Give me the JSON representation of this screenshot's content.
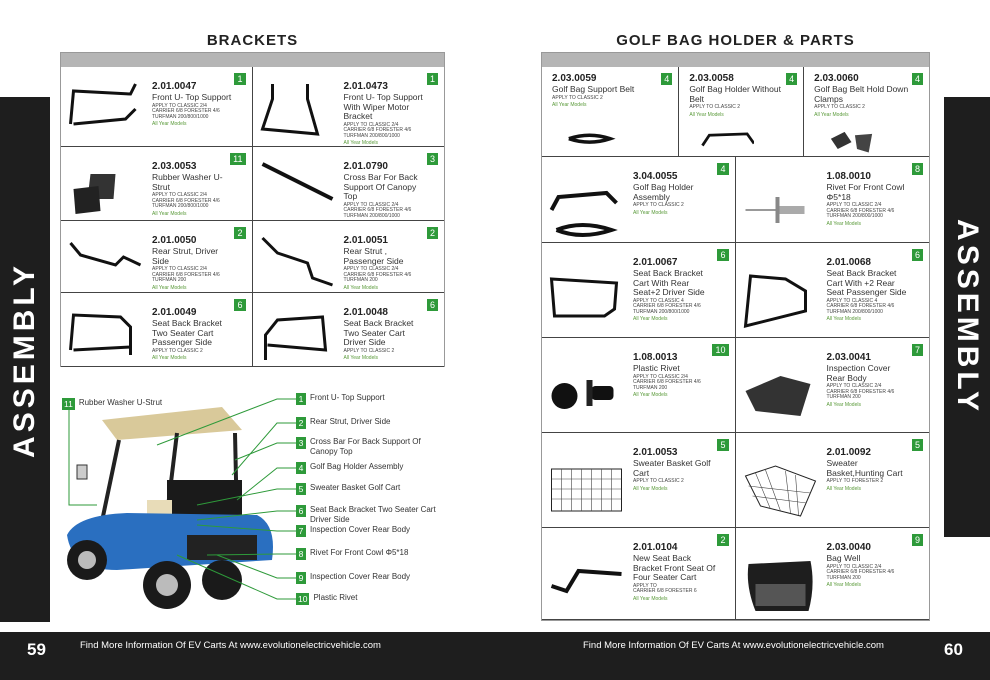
{
  "sidebar_left": "ASSEMBLY",
  "sidebar_right": "ASSEMBLY",
  "left_page": {
    "title": "BRACKETS",
    "items": [
      {
        "code": "2.01.0047",
        "name": "Front U- Top Support",
        "apply": "APPLY TO    CLASSIC 2/4\nCARRIER 6/8 FORESTER 4/6\nTURFMAN 200/800/1000",
        "years": "All Year Models",
        "qty": "1",
        "icon": "u-bar"
      },
      {
        "code": "2.01.0473",
        "name": "Front U- Top Support With Wiper Motor Bracket",
        "apply": "APPLY TO    CLASSIC 2/4\nCARRIER 6/8 FORESTER 4/6\nTURFMAN 200/800/1000",
        "years": "All Year Models",
        "qty": "1",
        "icon": "u-frame"
      },
      {
        "code": "2.03.0053",
        "name": "Rubber Washer U-Strut",
        "apply": "APPLY TO    CLASSIC 2/4\nCARRIER 6/8 FORESTER 4/6\nTURFMAN 200/800/1000",
        "years": "All Year Models",
        "qty": "11",
        "icon": "plates"
      },
      {
        "code": "2.01.0790",
        "name": "Cross Bar For Back Support Of Canopy Top",
        "apply": "APPLY TO    CLASSIC 2/4\nCARRIER 6/8 FORESTER 4/6\nTURFMAN 200/800/1000",
        "years": "All Year Models",
        "qty": "3",
        "icon": "cross-bar"
      },
      {
        "code": "2.01.0050",
        "name": "Rear Strut,  Driver Side",
        "apply": "APPLY TO    CLASSIC 2/4\nCARRIER 6/8 FORESTER 4/6\nTURFMAN 200",
        "years": "All Year Models",
        "qty": "2",
        "icon": "strut"
      },
      {
        "code": "2.01.0051",
        "name": "Rear Strut , Passenger Side",
        "apply": "APPLY TO    CLASSIC 2/4\nCARRIER 6/8 FORESTER 4/6\nTURFMAN 200",
        "years": "All Year Models",
        "qty": "2",
        "icon": "strut2"
      },
      {
        "code": "2.01.0049",
        "name": "Seat Back Bracket Two Seater Cart Passenger Side",
        "apply": "APPLY TO    CLASSIC 2",
        "years": "All Year Models",
        "qty": "6",
        "icon": "frame"
      },
      {
        "code": "2.01.0048",
        "name": "Seat Back Bracket Two Seater Cart Driver Side",
        "apply": "APPLY TO    CLASSIC 2",
        "years": "All Year Models",
        "qty": "6",
        "icon": "frame2"
      }
    ]
  },
  "diagram": {
    "labels": [
      {
        "n": "11",
        "text": "Rubber Washer U-Strut"
      },
      {
        "n": "1",
        "text": "Front U- Top Support"
      },
      {
        "n": "2",
        "text": "Rear Strut,  Driver Side"
      },
      {
        "n": "3",
        "text": "Cross Bar For Back Support Of Canopy Top"
      },
      {
        "n": "4",
        "text": "Golf Bag Holder Assembly"
      },
      {
        "n": "5",
        "text": "Sweater Basket Golf Cart"
      },
      {
        "n": "6",
        "text": "Seat Back Bracket Two Seater Cart Driver Side"
      },
      {
        "n": "7",
        "text": "Inspection Cover Rear Body"
      },
      {
        "n": "8",
        "text": "Rivet For Front Cowl Φ5*18"
      },
      {
        "n": "9",
        "text": "Inspection Cover Rear Body"
      },
      {
        "n": "10",
        "text": "Plastic Rivet"
      }
    ],
    "colors": {
      "leader": "#2e9a3a",
      "body": "#2a6fc0",
      "canopy": "#d9c99a"
    }
  },
  "right_page": {
    "title": "GOLF BAG HOLDER & PARTS",
    "top_items": [
      {
        "code": "2.03.0059",
        "name": "Golf Bag Support Belt",
        "apply": "APPLY TO    CLASSIC 2",
        "years": "All Year Models",
        "qty": "4",
        "icon": "belt"
      },
      {
        "code": "2.03.0058",
        "name": "Golf Bag Holder Without Belt",
        "apply": "APPLY TO    CLASSIC 2",
        "years": "All Year Models",
        "qty": "4",
        "icon": "holder"
      },
      {
        "code": "2.03.0060",
        "name": "Golf Bag Belt Hold Down Clamps",
        "apply": "APPLY TO    CLASSIC 2",
        "years": "All Year Models",
        "qty": "4",
        "icon": "clamps"
      }
    ],
    "items": [
      {
        "code": "3.04.0055",
        "name": "Golf Bag Holder Assembly",
        "apply": "APPLY TO    CLASSIC 2",
        "years": "All Year Models",
        "qty": "4",
        "icon": "holder-assembly"
      },
      {
        "code": "1.08.0010",
        "name": "Rivet For Front Cowl Φ5*18",
        "apply": "APPLY TO    CLASSIC 2/4\nCARRIER 6/8 FORESTER 4/6\nTURFMAN 200/800/1000",
        "years": "All Year Models",
        "qty": "8",
        "icon": "rivet"
      },
      {
        "code": "2.01.0067",
        "name": "Seat Back Bracket Cart With Rear Seat+2 Driver Side",
        "apply": "APPLY TO    CLASSIC 4\nCARRIER 6/8 FORESTER 4/6\nTURFMAN 200/800/1000",
        "years": "All Year Models",
        "qty": "6",
        "icon": "frame-wide"
      },
      {
        "code": "2.01.0068",
        "name": "Seat Back Bracket Cart With +2 Rear Seat Passenger Side",
        "apply": "APPLY TO    CLASSIC 4\nCARRIER 6/8 FORESTER 4/6\nTURFMAN 200/800/1000",
        "years": "All Year Models",
        "qty": "6",
        "icon": "frame-wide2"
      },
      {
        "code": "1.08.0013",
        "name": "Plastic Rivet",
        "apply": "APPLY TO    CLASSIC 2/4\nCARRIER 6/8 FORESTER 4/6\nTURFMAN 200",
        "years": "All Year Models",
        "qty": "10",
        "icon": "plastic-rivet"
      },
      {
        "code": "2.03.0041",
        "name": "Inspection Cover Rear Body",
        "apply": "APPLY TO    CLASSIC 2/4\nCARRIER 6/8 FORESTER 4/6\nTURFMAN 200",
        "years": "All Year Models",
        "qty": "7",
        "icon": "cover"
      },
      {
        "code": "2.01.0053",
        "name": "Sweater Basket Golf Cart",
        "apply": "APPLY TO    CLASSIC 2",
        "years": "All Year Models",
        "qty": "5",
        "icon": "basket"
      },
      {
        "code": "2.01.0092",
        "name": "Sweater Basket,Hunting Cart",
        "apply": "APPLY TO    FORESTER 2",
        "years": "All Year Models",
        "qty": "5",
        "icon": "basket2"
      },
      {
        "code": "2.01.0104",
        "name": "New Seat Back Bracket Front Seat Of Four Seater Cart",
        "apply": "APPLY TO\nCARRIER 6/8    FORESTER 6",
        "years": "All Year Models",
        "qty": "2",
        "icon": "bent-bar"
      },
      {
        "code": "2.03.0040",
        "name": "Bag Well",
        "apply": "APPLY TO    CLASSIC 2/4\nCARRIER 6/8 FORESTER 4/6\nTURFMAN 200",
        "years": "All Year Models",
        "qty": "9",
        "icon": "bag-well"
      }
    ]
  },
  "footer": {
    "page_left": "59",
    "page_right": "60",
    "text_left": "Find More Information Of EV Carts At www.evolutionelectricvehicle.com",
    "text_right": "Find More Information Of EV Carts At www.evolutionelectricvehicle.com"
  }
}
